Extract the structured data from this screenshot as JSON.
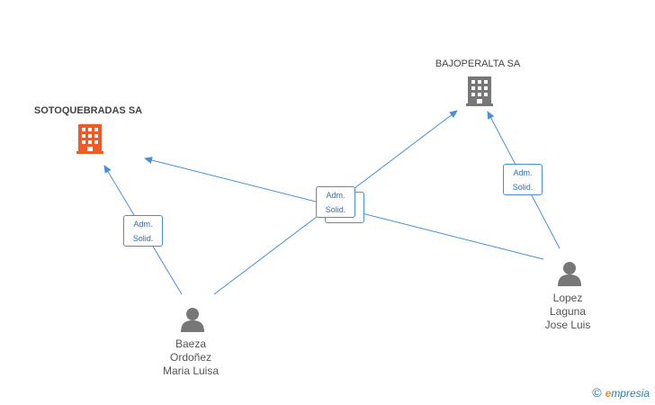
{
  "companies": [
    {
      "id": "soto",
      "name": "SOTOQUEBRADAS SA",
      "color": "#f05a28"
    },
    {
      "id": "bajo",
      "name": "BAJOPERALTA SA",
      "color": "#777777"
    }
  ],
  "people": [
    {
      "id": "baeza",
      "lines": [
        "Baeza",
        "Ordoñez",
        "Maria Luisa"
      ]
    },
    {
      "id": "lopez",
      "lines": [
        "Lopez",
        "Laguna",
        "Jose Luis"
      ]
    }
  ],
  "relation_label": {
    "line1": "Adm.",
    "line2": "Solid."
  },
  "footer": {
    "copyright": "©",
    "brand_e": "e",
    "brand_rest": "mpresia"
  },
  "colors": {
    "edge": "#4a8fd6",
    "person": "#777777"
  }
}
